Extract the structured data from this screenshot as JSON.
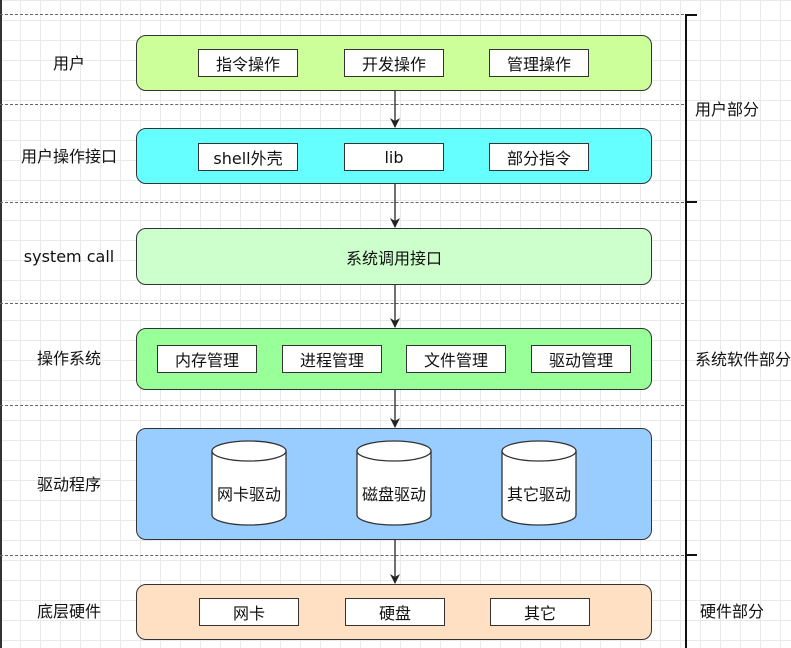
{
  "rows": [
    {
      "label": "用户"
    },
    {
      "label": "用户操作接口"
    },
    {
      "label": "system call"
    },
    {
      "label": "操作系统"
    },
    {
      "label": "驱动程序"
    },
    {
      "label": "底层硬件"
    }
  ],
  "user_layer": {
    "items": [
      "指令操作",
      "开发操作",
      "管理操作"
    ]
  },
  "interface_layer": {
    "items": [
      "shell外壳",
      "lib",
      "部分指令"
    ]
  },
  "syscall_layer": {
    "text": "系统调用接口"
  },
  "os_layer": {
    "items": [
      "内存管理",
      "进程管理",
      "文件管理",
      "驱动管理"
    ]
  },
  "driver_layer": {
    "items": [
      "网卡驱动",
      "磁盘驱动",
      "其它驱动"
    ]
  },
  "hardware_layer": {
    "items": [
      "网卡",
      "硬盘",
      "其它"
    ]
  },
  "side_labels": {
    "user": "用户部分",
    "system": "系统软件部分",
    "hardware": "硬件部分"
  },
  "colors": {
    "user": "#ccff99",
    "interface": "#66ffff",
    "syscall": "#ccffcc",
    "os": "#99ff99",
    "driver": "#99ccff",
    "hardware": "#ffe0c2"
  }
}
